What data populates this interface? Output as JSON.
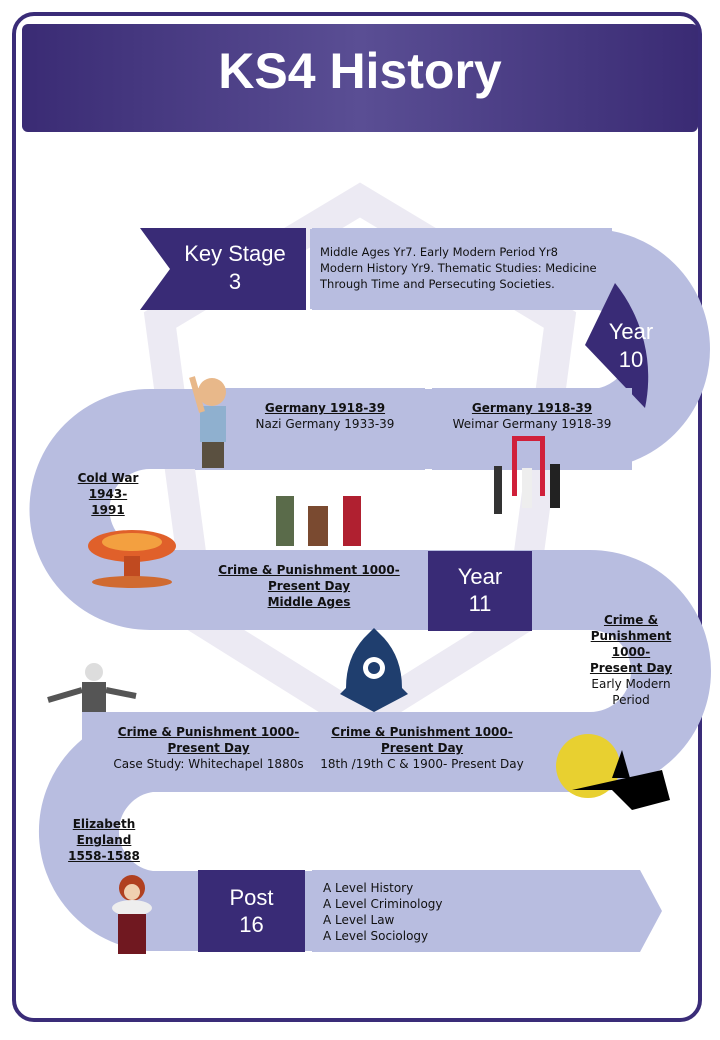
{
  "title": "KS4 History",
  "ks3": {
    "label_line1": "Key Stage",
    "label_line2": "3",
    "text": "Middle Ages Yr7. Early Modern Period Yr8 Modern History Yr9. Thematic Studies: Medicine Through Time and Persecuting Societies."
  },
  "year10": {
    "line1": "Year",
    "line2": "10"
  },
  "germany_nazi": {
    "heading": "Germany 1918-39",
    "text": "Nazi Germany 1933-39"
  },
  "germany_weimar": {
    "heading": "Germany 1918-39",
    "text": "Weimar Germany 1918-39"
  },
  "cold_war": {
    "line1": "Cold War",
    "line2": "1943-",
    "line3": "1991"
  },
  "crime_middle": {
    "heading": "Crime & Punishment 1000-Present Day",
    "sub": "Middle Ages"
  },
  "year11": {
    "line1": "Year",
    "line2": "11"
  },
  "crime_early": {
    "heading": "Crime & Punishment 1000-Present Day",
    "text": "Early Modern Period"
  },
  "crime_whitechapel": {
    "heading": "Crime & Punishment 1000-Present Day",
    "text": "Case Study: Whitechapel 1880s"
  },
  "crime_modern": {
    "heading": "Crime & Punishment 1000-Present Day",
    "text": "18th /19th C & 1900- Present Day"
  },
  "elizabeth": {
    "line1": "Elizabeth",
    "line2": "England",
    "line3": "1558-1588"
  },
  "post16": {
    "line1": "Post",
    "line2": "16",
    "items": [
      "A Level History",
      "A Level Criminology",
      "A Level Law",
      "A Level Sociology"
    ]
  },
  "colors": {
    "dark": "#392b76",
    "light": "#b8bde0"
  }
}
